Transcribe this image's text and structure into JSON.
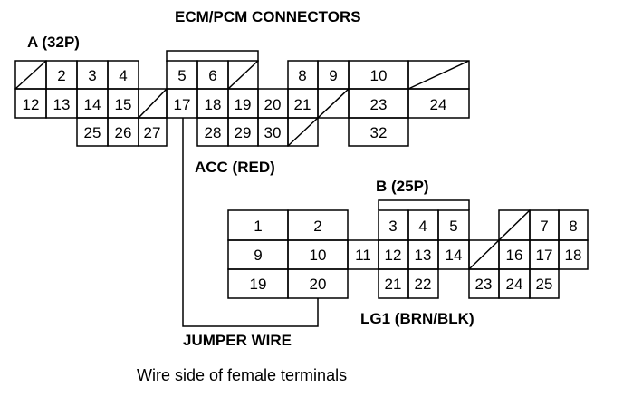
{
  "title": "ECM/PCM CONNECTORS",
  "connector_a": {
    "label": "A (32P)",
    "row1": [
      "2",
      "3",
      "4",
      "5",
      "6",
      "8",
      "9",
      "10"
    ],
    "row2": [
      "12",
      "13",
      "14",
      "15",
      "17",
      "18",
      "19",
      "20",
      "21",
      "23",
      "24"
    ],
    "row3": [
      "25",
      "26",
      "27",
      "28",
      "29",
      "30",
      "32"
    ]
  },
  "connector_b": {
    "label": "B (25P)",
    "row1": [
      "1",
      "2",
      "3",
      "4",
      "5",
      "7",
      "8"
    ],
    "row2": [
      "9",
      "10",
      "11",
      "12",
      "13",
      "14",
      "16",
      "17",
      "18"
    ],
    "row3": [
      "19",
      "20",
      "21",
      "22",
      "23",
      "24",
      "25"
    ]
  },
  "callouts": {
    "acc": "ACC (RED)",
    "lg1": "LG1 (BRN/BLK)",
    "jumper": "JUMPER WIRE"
  },
  "caption": "Wire side of female terminals",
  "colors": {
    "line": "#000000",
    "background": "#ffffff"
  }
}
